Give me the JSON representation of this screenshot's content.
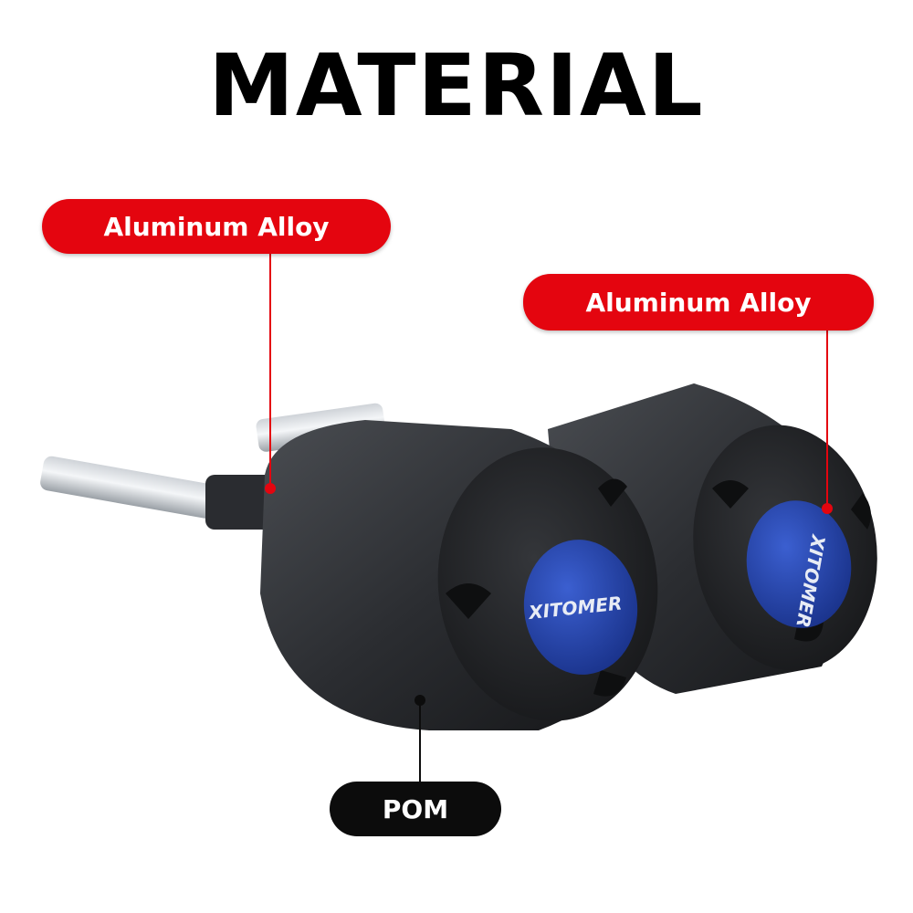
{
  "header": {
    "title": "MATERIAL"
  },
  "callouts": {
    "left_label": "Aluminum Alloy",
    "right_label": "Aluminum Alloy",
    "bottom_label": "POM"
  },
  "product": {
    "cap_left_logo": "XITOMER",
    "cap_right_logo": "XITOMER"
  },
  "colors": {
    "accent_red": "#e4050f",
    "pom_black": "#0c0c0c",
    "cap_blue": "#1f3fa0"
  }
}
